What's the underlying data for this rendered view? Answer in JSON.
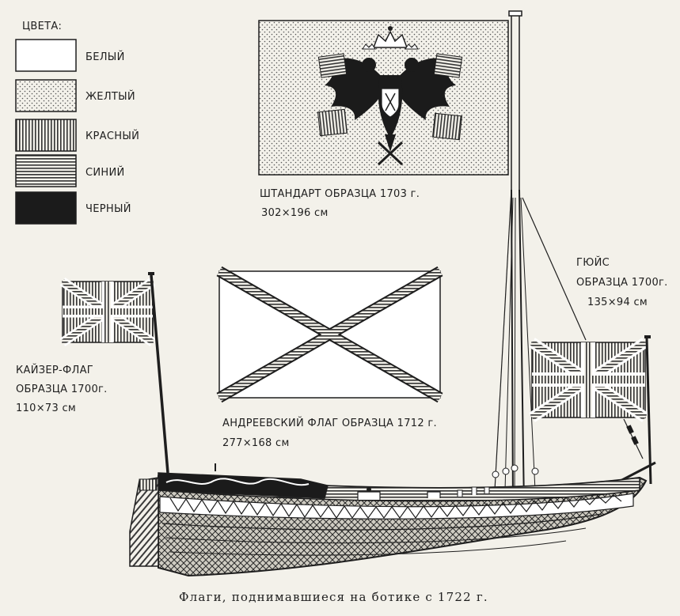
{
  "legend": {
    "title": "ЦВЕТА:",
    "items": [
      {
        "label": "БЕЛЫЙ",
        "pattern": "white"
      },
      {
        "label": "ЖЕЛТЫЙ",
        "pattern": "dots"
      },
      {
        "label": "КРАСНЫЙ",
        "pattern": "vertical-lines"
      },
      {
        "label": "СИНИЙ",
        "pattern": "horizontal-lines"
      },
      {
        "label": "ЧЕРНЫЙ",
        "pattern": "solid-black"
      }
    ]
  },
  "flags": {
    "standard": {
      "line1": "ШТАНДАРТ ОБРАЗЦА 1703 г.",
      "line2": "302×196 см"
    },
    "jack": {
      "line1": "ГЮЙС",
      "line2": "ОБРАЗЦА 1700г.",
      "line3": "135×94 см"
    },
    "kaiser": {
      "line1": "КАЙЗЕР-ФЛАГ",
      "line2": "ОБРАЗЦА 1700г.",
      "line3": "110×73 см"
    },
    "andreevsky": {
      "line1": "АНДРЕЕВСКИЙ ФЛАГ ОБРАЗЦА 1712 г.",
      "line2": "277×168 см"
    }
  },
  "caption": "Флаги, поднимавшиеся на ботике с 1722 г.",
  "colors": {
    "ink": "#1e1e1e",
    "paper": "#f3f1ea"
  }
}
